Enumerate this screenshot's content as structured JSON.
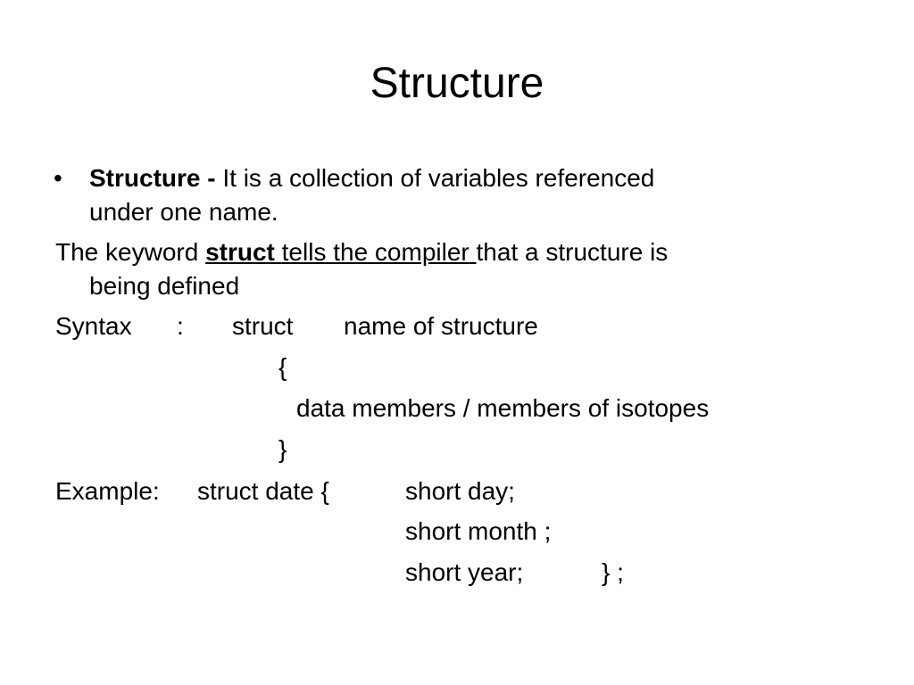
{
  "slide": {
    "title": "Structure",
    "bullet": "•",
    "definition": {
      "term": "Structure -",
      "text_line1": " It is a collection of variables referenced",
      "text_line2": "under one name."
    },
    "keyword": {
      "prefix": "The keyword ",
      "keyword": "struct ",
      "middle": "tells the compiler",
      "space": " ",
      "suffix": "that a structure is",
      "line2": "being defined"
    },
    "syntax": {
      "label": "Syntax",
      "colon": ":",
      "struct": "struct",
      "name": "name of structure",
      "open_brace": "{",
      "members": "data members / members of isotopes",
      "close_brace": "}"
    },
    "example": {
      "label": "Example:",
      "head": "struct date {",
      "day": "short day;",
      "month": "short month ;",
      "year": "short year;",
      "end": "} ;"
    }
  }
}
